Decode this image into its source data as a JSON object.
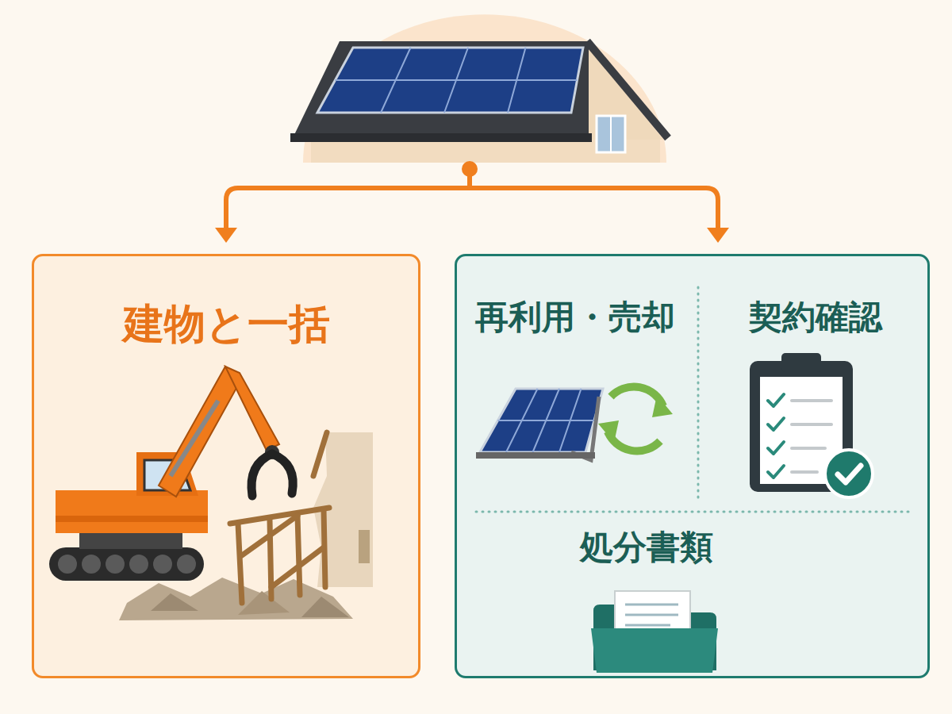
{
  "diagram": {
    "nodes": [
      {
        "text": [
          "建物と一括"
        ]
      },
      {
        "text": [
          "再利用・売却",
          "契約確認",
          "処分書類"
        ]
      }
    ]
  }
}
